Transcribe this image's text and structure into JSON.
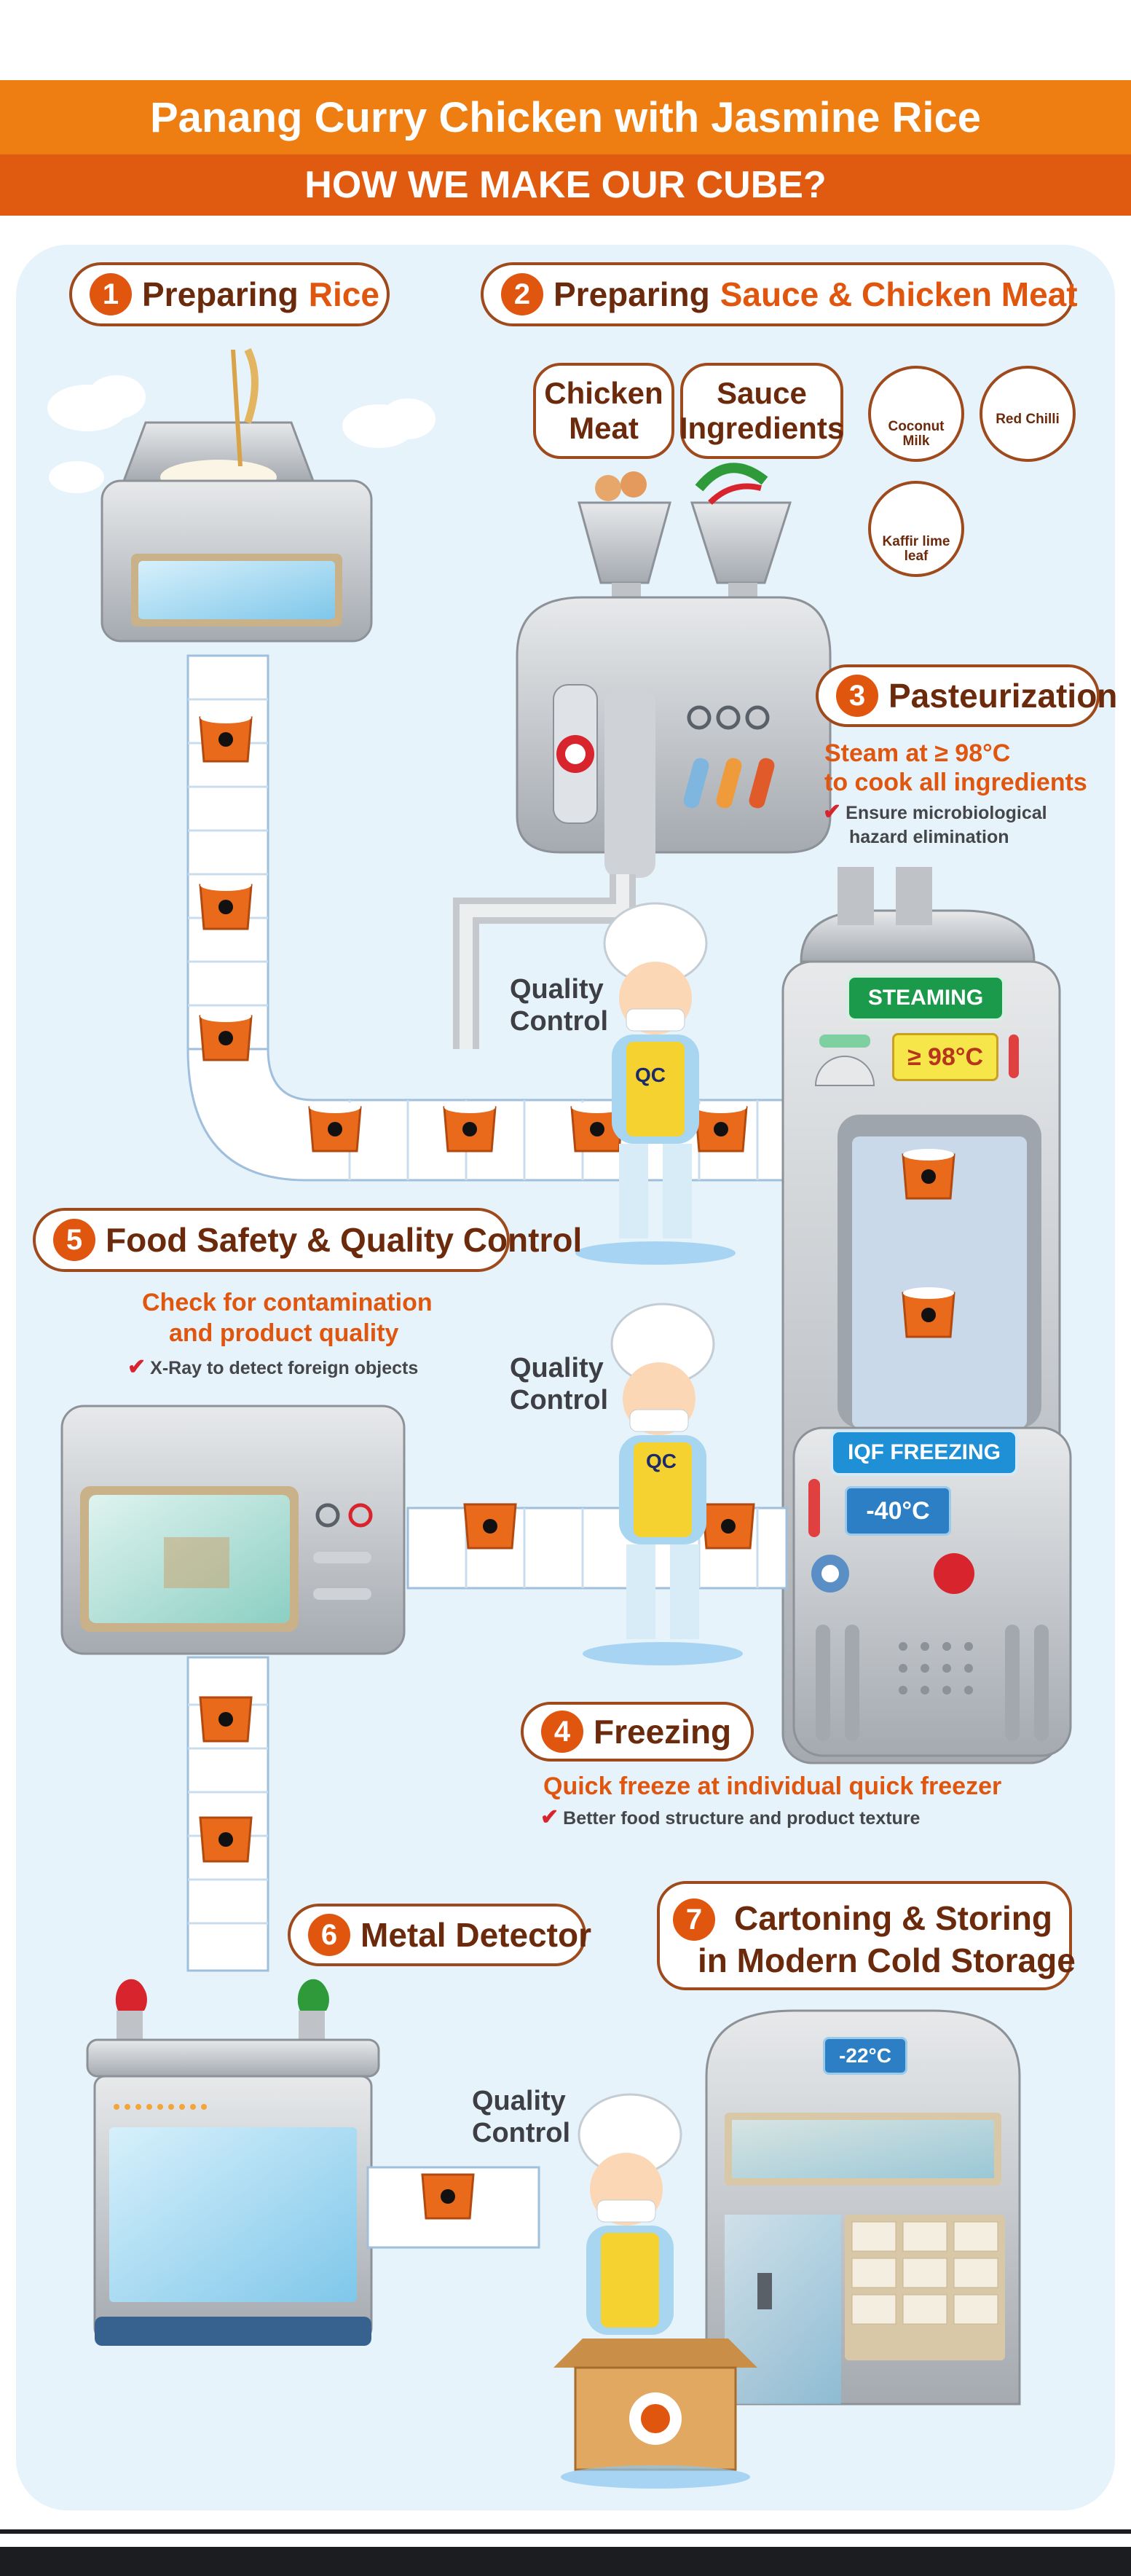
{
  "header": {
    "title": "Panang Curry Chicken with Jasmine Rice",
    "subtitle": "HOW WE MAKE OUR CUBE?"
  },
  "steps": {
    "s1": {
      "number": "1",
      "text_a": "Preparing",
      "text_b": "Rice"
    },
    "s2": {
      "number": "2",
      "text_a": "Preparing",
      "text_b": "Sauce & Chicken Meat"
    },
    "s3": {
      "number": "3",
      "text_a": "Pasteurization",
      "text_b": ""
    },
    "s4": {
      "number": "4",
      "text_a": "Freezing",
      "text_b": ""
    },
    "s5": {
      "number": "5",
      "text_a": "Food Safety & Quality Control",
      "text_b": ""
    },
    "s6": {
      "number": "6",
      "text_a": "Metal Detector",
      "text_b": ""
    },
    "s7": {
      "number": "7",
      "line1": "Cartoning & Storing",
      "line2": "in Modern Cold Storage"
    }
  },
  "ingredients": {
    "chicken_line1": "Chicken",
    "chicken_line2": "Meat",
    "sauce_line1": "Sauce",
    "sauce_line2": "Ingredients",
    "coconut_line1": "Coconut",
    "coconut_line2": "Milk",
    "chilli": "Red Chilli",
    "kaffir_line1": "Kaffir lime",
    "kaffir_line2": "leaf"
  },
  "pasteurization": {
    "line1": "Steam at ≥ 98°C",
    "line2": "to cook all ingredients",
    "check1": "Ensure microbiological",
    "check2": "hazard elimination"
  },
  "food_safety": {
    "line1": "Check for contamination",
    "line2": "and product quality",
    "check": "X-Ray to detect foreign objects"
  },
  "freezing": {
    "line": "Quick freeze at individual quick freezer",
    "check": "Better food structure and product texture"
  },
  "machine": {
    "steaming_label": "STEAMING",
    "steaming_temp": "≥ 98°C",
    "iqf_label": "IQF FREEZING",
    "iqf_temp": "-40°C",
    "storage_temp": "-22°C"
  },
  "qc": {
    "line1": "Quality",
    "line2": "Control",
    "apron": "QC"
  },
  "colors": {
    "orange": "#ee7d12",
    "dark_orange": "#e0560f",
    "brown": "#6b2a0c",
    "panel": "#e7f3fb",
    "steaming_green": "#1c9a4c",
    "iqf_blue": "#1f8fd6"
  },
  "icons": [
    "rice-hopper-icon",
    "sauce-machine-icon",
    "steam-freezer-icon",
    "xray-machine-icon",
    "metal-detector-icon",
    "cold-storage-icon",
    "chef-icon",
    "check-icon",
    "thermometer-icon"
  ]
}
